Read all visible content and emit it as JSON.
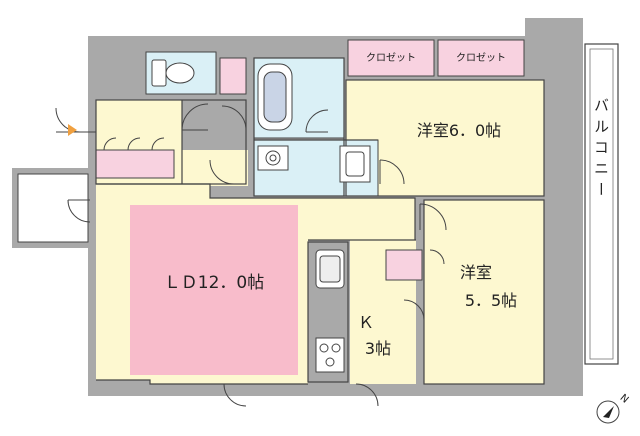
{
  "colors": {
    "wall": "#a9a9a9",
    "floor": "#fdf8d0",
    "wet": "#daf0f6",
    "ldk_carpet": "#f8bccb",
    "closet": "#f8d2e0",
    "balcony": "#ffffff",
    "line": "#444444",
    "door_marker": "#f0a040"
  },
  "rooms": {
    "ld": "ＬＤ12．0帖",
    "kitchen_letter": "Ｋ",
    "kitchen_size": "3帖",
    "west_room_name": "洋室6．0帖",
    "east_room_name": "洋室",
    "east_room_size": "5．5帖",
    "balcony": "バルコニー",
    "closet_1": "クロゼット",
    "closet_2": "クロゼット"
  },
  "compass": {
    "letter": "N",
    "icon": "north-arrow-icon"
  }
}
